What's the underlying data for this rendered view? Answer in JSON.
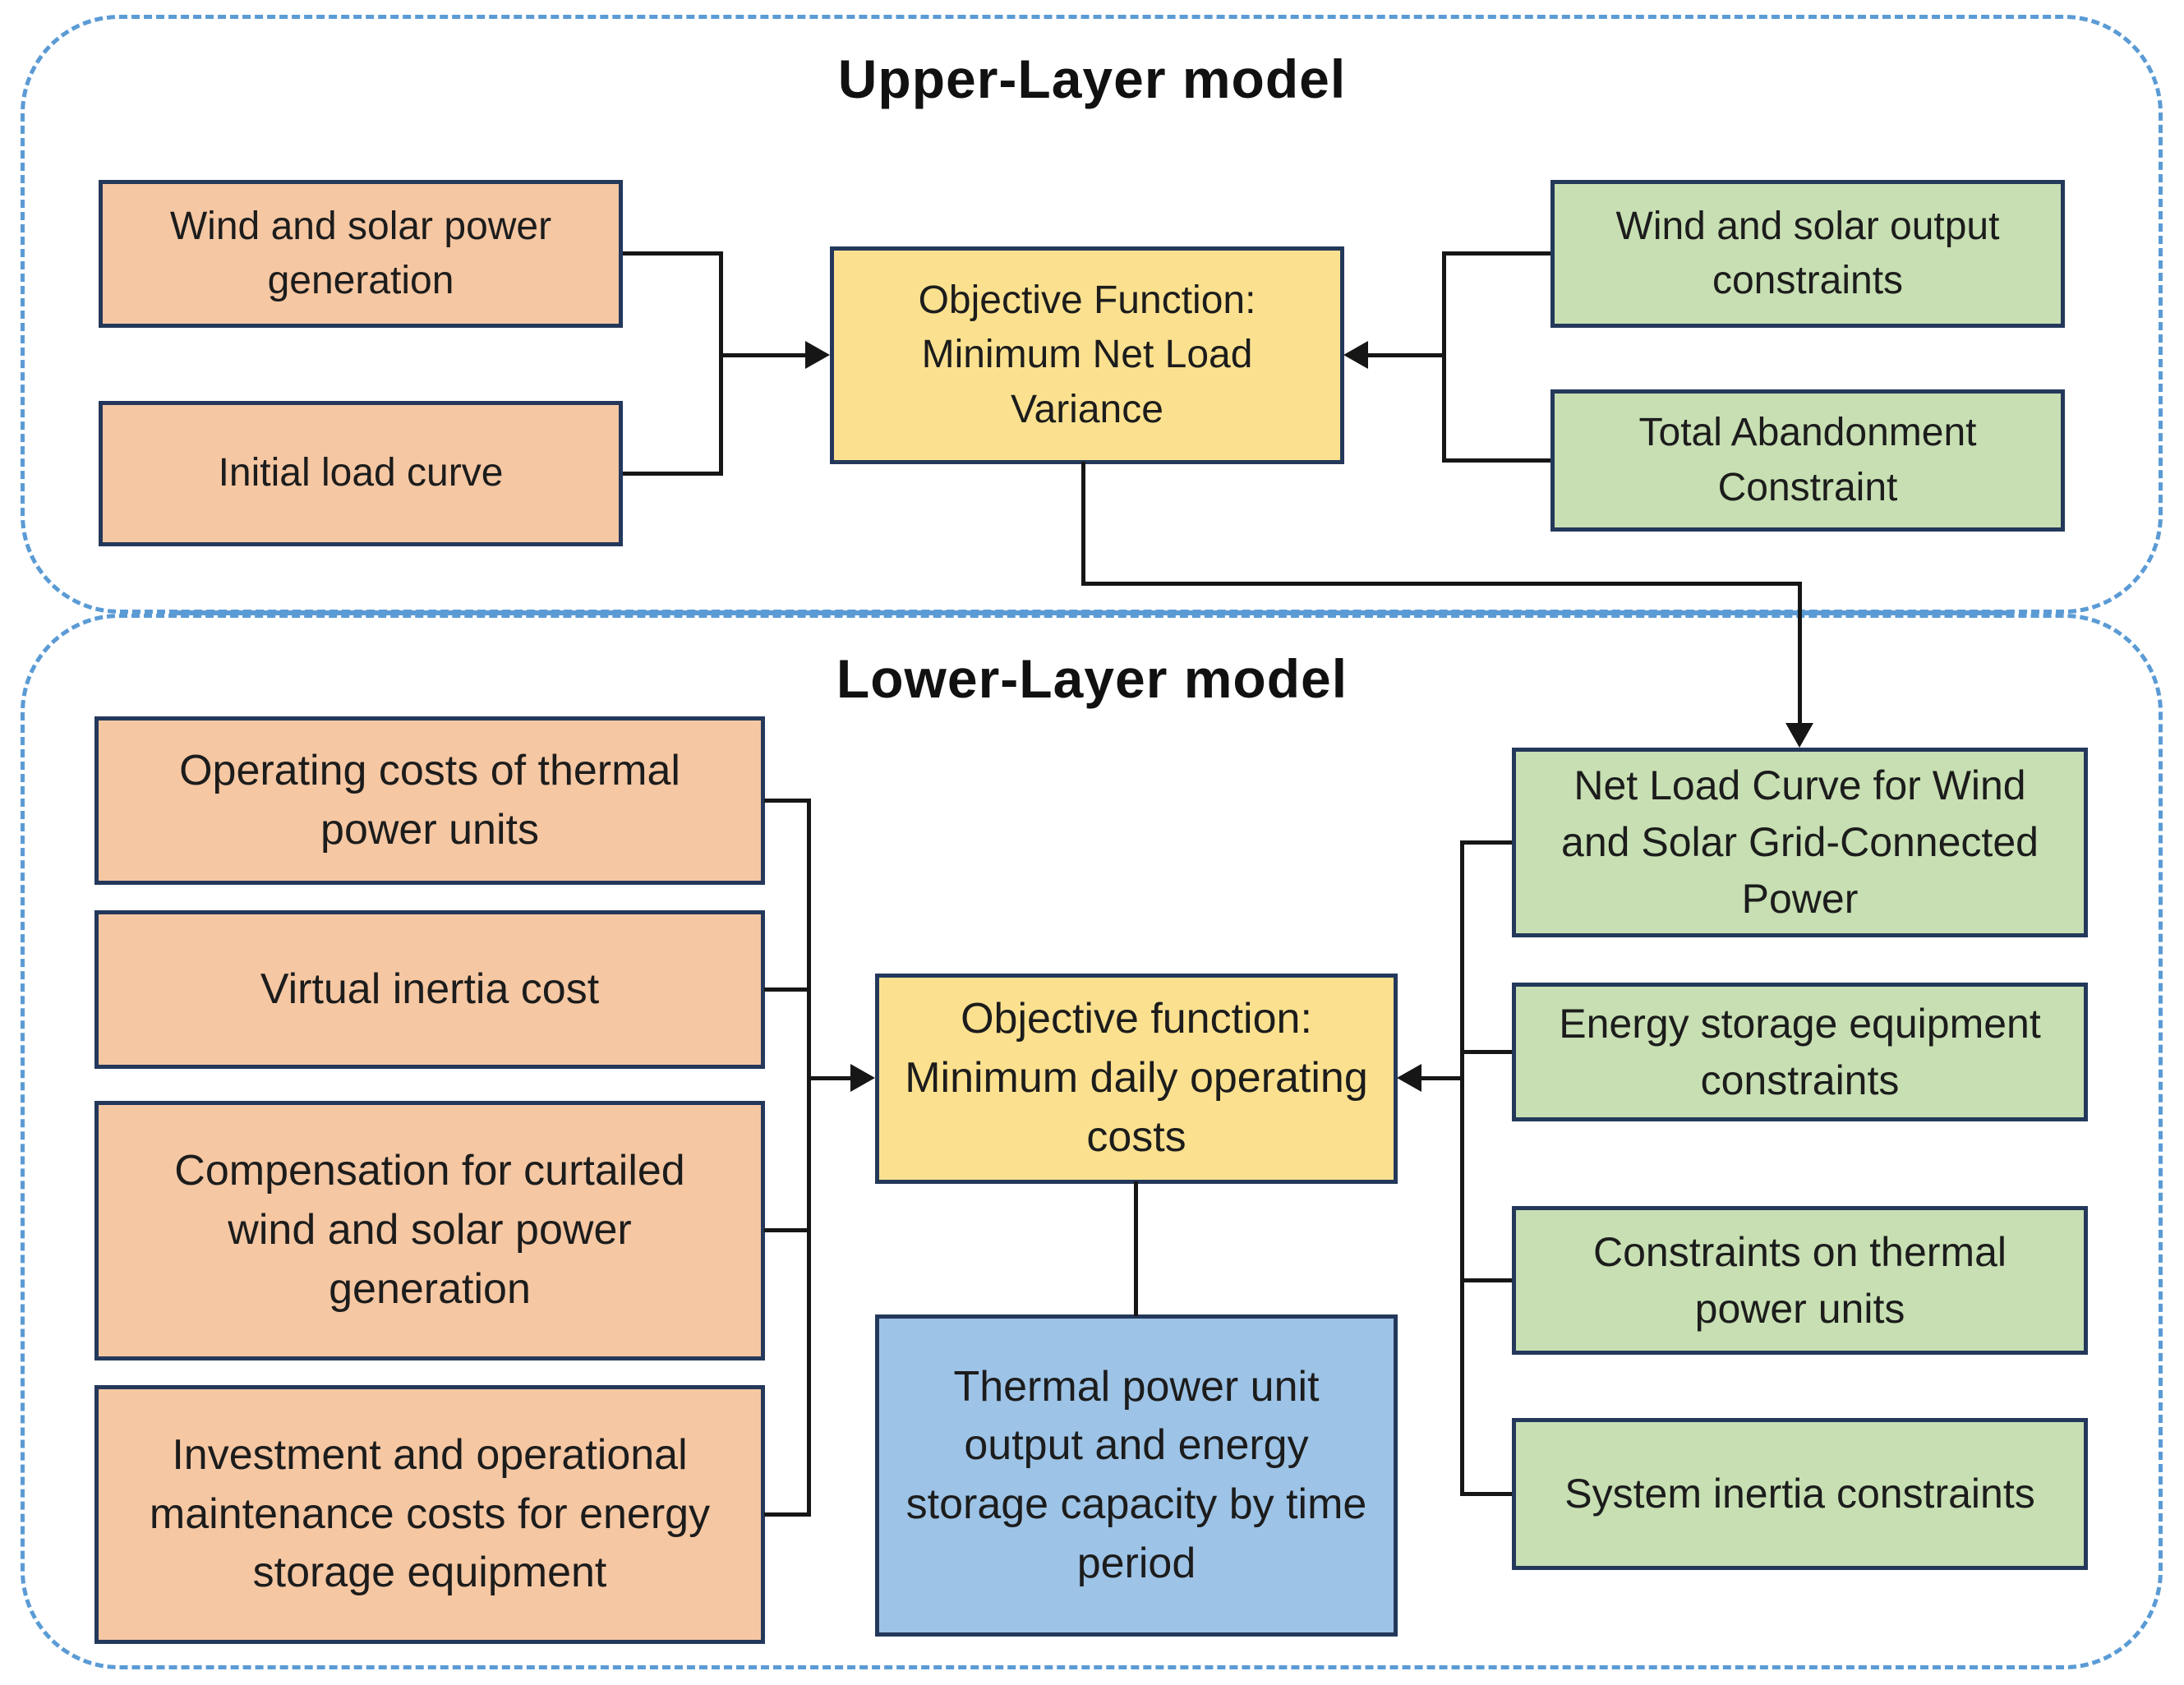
{
  "upper": {
    "title": "Upper-Layer model",
    "inputs": [
      {
        "label": "Wind and solar power generation"
      },
      {
        "label": "Initial load curve"
      }
    ],
    "objective": "Objective Function: Minimum Net Load Variance",
    "constraints": [
      {
        "label": "Wind and solar output constraints"
      },
      {
        "label": "Total Abandonment Constraint"
      }
    ]
  },
  "lower": {
    "title": "Lower-Layer model",
    "costs": [
      {
        "label": "Operating costs of thermal power units"
      },
      {
        "label": "Virtual inertia cost"
      },
      {
        "label": "Compensation for curtailed wind and solar power generation"
      },
      {
        "label": "Investment and operational maintenance costs for energy storage equipment"
      }
    ],
    "objective": "Objective function: Minimum daily operating costs",
    "result": "Thermal power unit output and energy storage capacity by time period",
    "constraints": [
      {
        "label": "Net Load Curve for Wind and Solar Grid-Connected Power"
      },
      {
        "label": "Energy storage equipment constraints"
      },
      {
        "label": "Constraints on thermal power units"
      },
      {
        "label": "System inertia constraints"
      }
    ]
  },
  "colors": {
    "input_box_fill": "#F5C7A2",
    "constraint_box_fill": "#C7DFB2",
    "objective_box_fill": "#FBE18F",
    "result_box_fill": "#9DC3E6",
    "box_border": "#24385B",
    "region_border": "#5B9BD5",
    "connector": "#161616",
    "text": "#1C1C1C"
  }
}
